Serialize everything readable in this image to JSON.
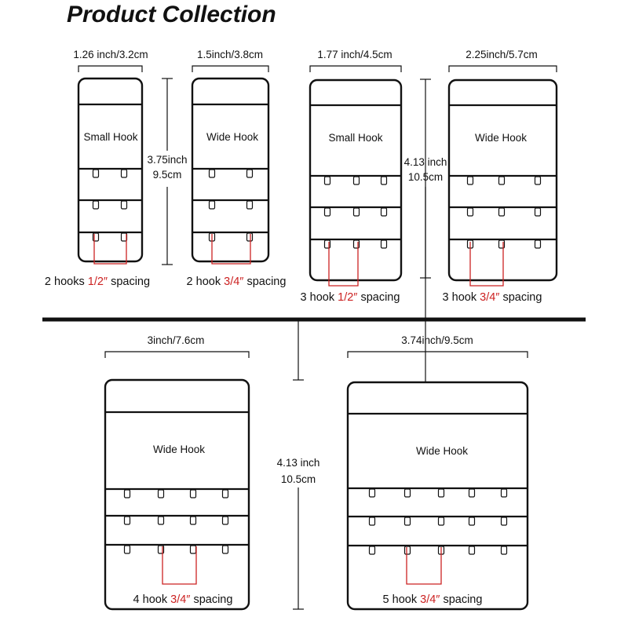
{
  "title": "Product Collection",
  "accent_color": "#cc2222",
  "line_color": "#111111",
  "products": [
    {
      "width_label": "1.26 inch/3.2cm",
      "hook_type": "Small Hook",
      "hooks_per_row": 2,
      "caption_prefix": "2 hooks ",
      "caption_spacing": "1/2″",
      "caption_suffix": " spacing"
    },
    {
      "width_label": "1.5inch/3.8cm",
      "hook_type": "Wide Hook",
      "hooks_per_row": 2,
      "caption_prefix": "2 hook ",
      "caption_spacing": "3/4″",
      "caption_suffix": " spacing"
    },
    {
      "width_label": "1.77 inch/4.5cm",
      "hook_type": "Small Hook",
      "hooks_per_row": 3,
      "caption_prefix": "3 hook ",
      "caption_spacing": "1/2″",
      "caption_suffix": " spacing"
    },
    {
      "width_label": "2.25inch/5.7cm",
      "hook_type": "Wide Hook",
      "hooks_per_row": 3,
      "caption_prefix": "3 hook ",
      "caption_spacing": "3/4″",
      "caption_suffix": " spacing"
    },
    {
      "width_label": "3inch/7.6cm",
      "hook_type": "Wide Hook",
      "hooks_per_row": 4,
      "caption_prefix": "4 hook ",
      "caption_spacing": "3/4″",
      "caption_suffix": " spacing"
    },
    {
      "width_label": "3.74inch/9.5cm",
      "hook_type": "Wide Hook",
      "hooks_per_row": 5,
      "caption_prefix": "5 hook ",
      "caption_spacing": "3/4″",
      "caption_suffix": " spacing"
    }
  ],
  "heights": [
    {
      "inch": "3.75inch",
      "cm": "9.5cm"
    },
    {
      "inch": "4.13 inch",
      "cm": "10.5cm"
    },
    {
      "inch": "4.13 inch",
      "cm": "10.5cm"
    }
  ]
}
